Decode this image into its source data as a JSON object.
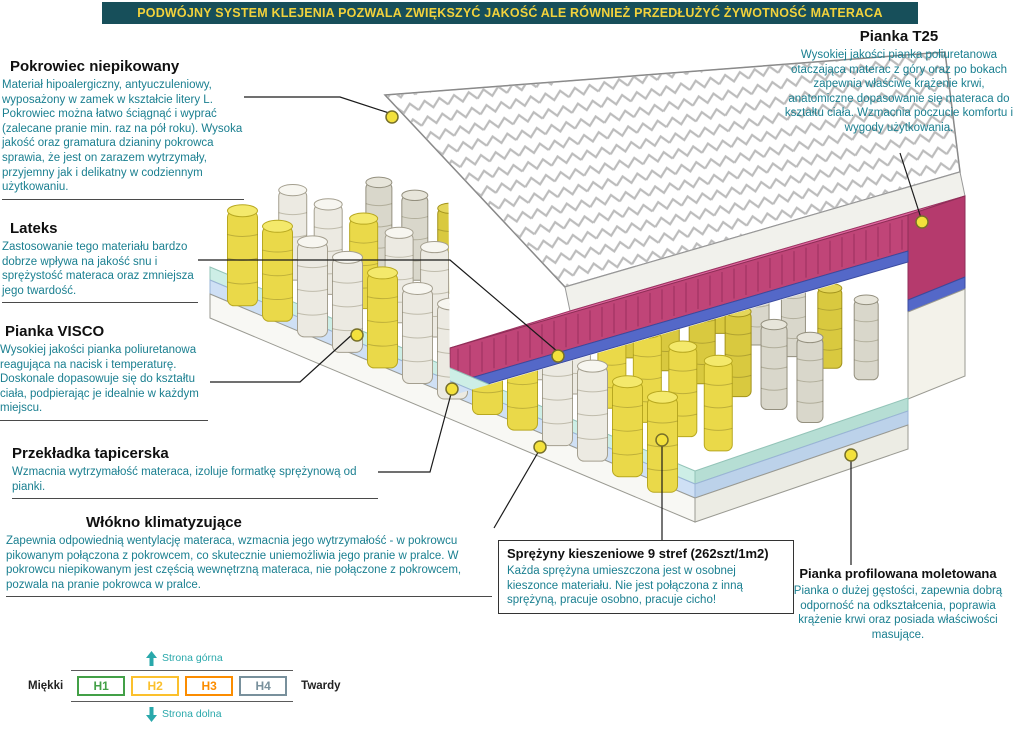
{
  "banner": {
    "text": "PODWÓJNY SYSTEM KLEJENIA POZWALA ZWIĘKSZYĆ JAKOŚĆ ALE RÓWNIEŻ PRZEDŁUŻYĆ ŻYWOTNOŚĆ MATERACA"
  },
  "annotations": {
    "pokrowiec": {
      "title": "Pokrowiec niepikowany",
      "body": "Materiał hipoalergiczny, antyuczuleniowy, wyposażony w zamek w kształcie litery L. Pokrowiec można łatwo ściągnąć i wyprać (zalecane pranie min. raz na pół roku). Wysoka jakość oraz gramatura dzianiny pokrowca sprawia, że jest on zarazem wytrzymały, przyjemny jak i delikatny w codziennym użytkowaniu."
    },
    "lateks": {
      "title": "Lateks",
      "body": "Zastosowanie tego materiału bardzo dobrze wpływa na jakość snu i sprężystość materaca oraz zmniejsza jego twardość."
    },
    "visco": {
      "title": "Pianka VISCO",
      "body": "Wysokiej jakości pianka poliuretanowa reagująca na nacisk i temperaturę. Doskonale dopasowuje się do kształtu ciała, podpierając je idealnie w każdym miejscu."
    },
    "przekladka": {
      "title": "Przekładka tapicerska",
      "body": "Wzmacnia wytrzymałość materaca, izoluje formatkę sprężynową od pianki."
    },
    "wlokno": {
      "title": "Włókno klimatyzujące",
      "body": "Zapewnia odpowiednią wentylację materaca, wzmacnia jego wytrzymałość - w pokrowcu pikowanym połączona z pokrowcem, co skutecznie uniemożliwia jego pranie w pralce. W pokrowcu niepikowanym jest częścią wewnętrzną materaca, nie połączone z pokrowcem, pozwala na pranie pokrowca w pralce."
    },
    "t25": {
      "title": "Pianka T25",
      "body": "Wysokiej jakości pianka poliuretanowa otaczająca materac z góry oraz po bokach zapewnia właściwe krążenie krwi, anatomiczne dopasowanie się materaca do kształtu ciała. Wzmacnia poczucie komfortu i wygody użytkowania."
    },
    "sprezyny": {
      "title": "Sprężyny kieszeniowe 9 stref (262szt/1m2)",
      "body": "Każda sprężyna umieszczona jest w osobnej kieszonce materiału. Nie jest połączona z inną sprężyną, pracuje osobno, pracuje cicho!"
    },
    "profilowana": {
      "title": "Pianka profilowana moletowana",
      "body": "Pianka o dużej gęstości, zapewnia dobrą odporność na odkształcenia, poprawia krążenie krwi oraz posiada właściwości masujące."
    }
  },
  "scale": {
    "top_label": "Strona górna",
    "bottom_label": "Strona dolna",
    "soft_label": "Miękki",
    "hard_label": "Twardy",
    "levels": [
      {
        "label": "H1",
        "color": "#43a047"
      },
      {
        "label": "H2",
        "color": "#fbc02d"
      },
      {
        "label": "H3",
        "color": "#fb8c00"
      },
      {
        "label": "H4",
        "color": "#78909c"
      }
    ]
  },
  "colors": {
    "banner_bg": "#174f5a",
    "banner_text": "#f2d23c",
    "heading_text": "#101010",
    "body_text": "#1a7f90",
    "cover_white": "#ffffff",
    "cover_stitch": "#bcbcbc",
    "pink_top": "#e0679f",
    "pink_front": "#c04578",
    "pink_side": "#b53a6d",
    "latex_blue": "#5468c8",
    "aqua_layer": "#cdeee6",
    "blue_layer": "#cfe0f5",
    "base_white": "#f8f8f4",
    "spring_yellow": "#ead949",
    "spring_white": "#eceae2",
    "marker_yellow": "#f3e13c",
    "scale_arrow": "#29a8ab"
  }
}
